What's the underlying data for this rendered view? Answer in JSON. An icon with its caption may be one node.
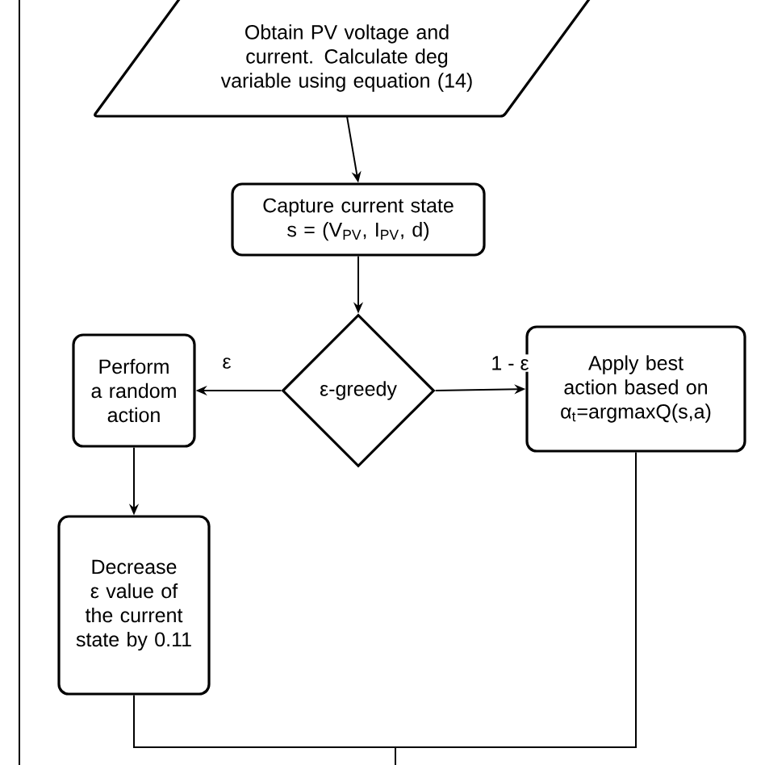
{
  "diagram": {
    "nodes": [
      {
        "text": [
          "Obtain PV voltage and current. Calculate deg variable using equation (14)"
        ]
      },
      {
        "text": [
          "Capture current state s = (V$_{PV}$, I$_{PV}$, d)"
        ]
      },
      {
        "text": [
          "ε-greedy"
        ]
      },
      {
        "text": [
          "Perform a random action"
        ]
      },
      {
        "text": [
          "Apply best action based on α$_{t}$=argmaxQ(s,a)"
        ]
      },
      {
        "text": [
          "Decrease ε value of the current state by 0.11"
        ]
      }
    ],
    "edges": [
      {
        "from": 0,
        "to": 1,
        "arrow": "to"
      },
      {
        "from": 1,
        "to": 2,
        "arrow": "to"
      },
      {
        "from": 2,
        "to": 3,
        "arrow": "to",
        "label": "ε"
      },
      {
        "from": 2,
        "to": 4,
        "arrow": "to",
        "label": "1 - ε"
      },
      {
        "from": 3,
        "to": 5,
        "arrow": "to"
      },
      {
        "from": 4,
        "to": null,
        "arrow": "none"
      },
      {
        "from": 5,
        "to": null,
        "arrow": "none"
      }
    ]
  }
}
